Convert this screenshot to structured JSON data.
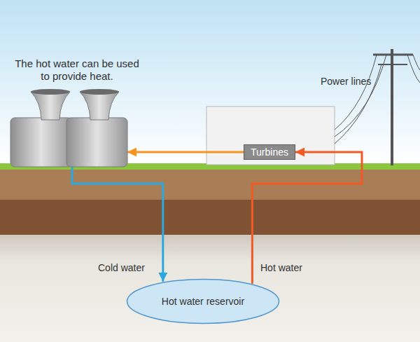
{
  "diagram": {
    "nodes": [
      {
        "text": [
          "The hot water can be used to provide heat."
        ]
      },
      {
        "text": [
          "Turbines"
        ]
      },
      {
        "text": [
          "Hot water reservoir"
        ]
      }
    ],
    "edges": [
      {
        "from": 2,
        "to": 1,
        "arrow": "to",
        "label": "Hot water"
      },
      {
        "from": 1,
        "to": 0,
        "arrow": "to"
      },
      {
        "from": 0,
        "to": 2,
        "arrow": "to",
        "label": "Cold water"
      }
    ],
    "labels": [
      "Power lines"
    ]
  }
}
